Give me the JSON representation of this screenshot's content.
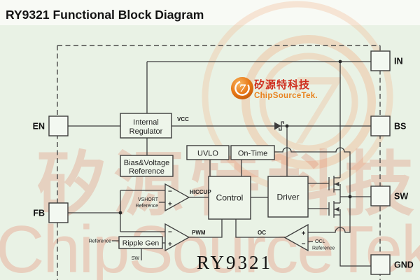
{
  "title": "RY9321 Functional Block Diagram",
  "part_number": "RY9321",
  "pins": {
    "en": "EN",
    "fb": "FB",
    "in": "IN",
    "bs": "BS",
    "sw": "SW",
    "gnd": "GND"
  },
  "blocks": {
    "internal_regulator": {
      "line1": "Internal",
      "line2": "Regulator"
    },
    "bias_voltage_reference": {
      "line1": "Bias&Voltage",
      "line2": "Reference"
    },
    "uvlo": "UVLO",
    "on_time": "On-Time",
    "control": "Control",
    "driver": "Driver",
    "ripple_gen": "Ripple Gen"
  },
  "signals": {
    "vcc": "VCC",
    "hiccup": "HICCUP",
    "pwm": "PWM",
    "oc": "OC",
    "vshort_line1": "VSHORT",
    "vshort_line2": "Reference",
    "reference": "Reference",
    "sw_sense": "SW",
    "ocl_line1": "OCL",
    "ocl_line2": "Reference",
    "plus": "+",
    "minus": "−"
  },
  "logo": {
    "company_cn": "矽源特科技",
    "company_en": "ChipSourceTek.",
    "glyph": "7"
  },
  "watermark": {
    "text_cn": "矽源特科技",
    "text_en": "ChipSourceTek"
  },
  "colors": {
    "background": "#e9f2e5",
    "line": "#3d3d3d",
    "logo_orange": "#e87a18",
    "logo_red": "#cf2d1d",
    "watermark_pink": "#e7745a"
  }
}
